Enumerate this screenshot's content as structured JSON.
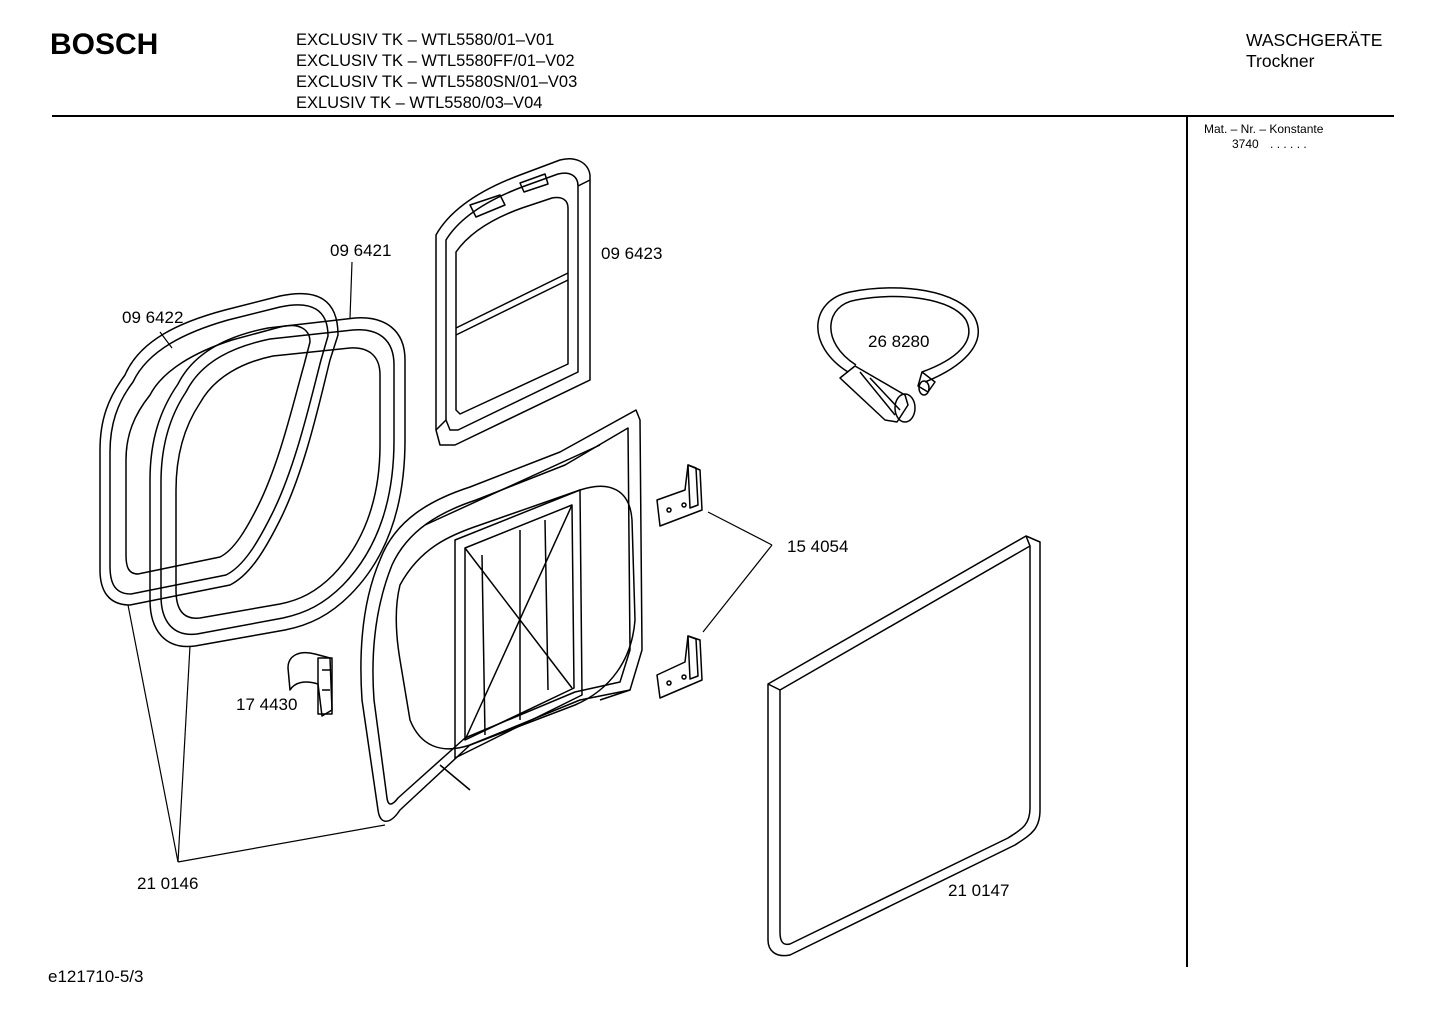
{
  "header": {
    "brand": "BOSCH",
    "models": [
      "EXCLUSIV TK – WTL5580/01–V01",
      "EXCLUSIV TK – WTL5580FF/01–V02",
      "EXCLUSIV TK – WTL5580SN/01–V03",
      "EXLUSIV TK – WTL5580/03–V04"
    ],
    "category": "WASCHGERÄTE",
    "subcategory": "Trockner"
  },
  "sidebar": {
    "mat_label": "Mat. – Nr. – Konstante",
    "mat_value": "3740",
    "mat_dots": ". .   . . . ."
  },
  "parts": {
    "seal_outer": "09 6422",
    "seal_inner": "09 6421",
    "filter": "09 6423",
    "hose": "26 8280",
    "hinges": "15 4054",
    "latch": "17 4430",
    "door_frame": "21 0146",
    "door_panel": "21 0147"
  },
  "footer": {
    "doc_code": "e121710-5/3"
  }
}
